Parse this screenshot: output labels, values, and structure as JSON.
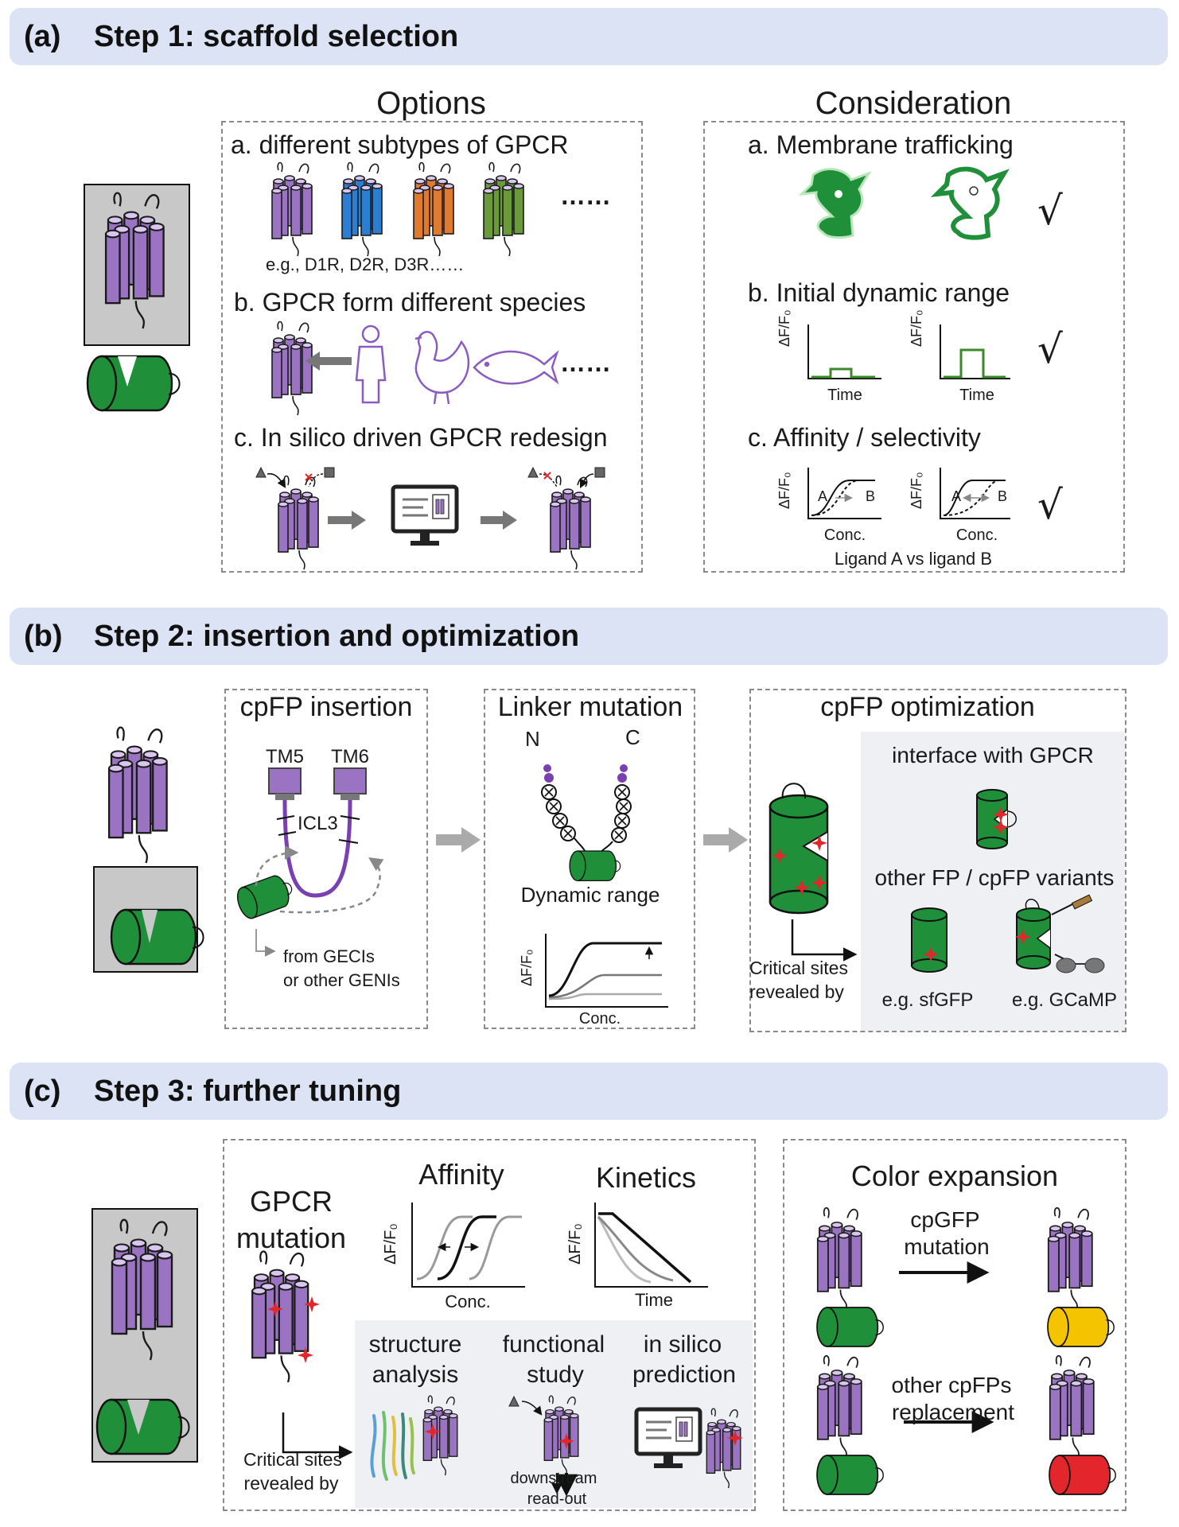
{
  "colors": {
    "banner": "#dbe3f4",
    "gpcr": "#9a74c2",
    "fp": "#1f8f3a",
    "blue": "#2a7fd4",
    "orange": "#e07a2e",
    "green_gpcr": "#6a9a3a",
    "yellow": "#f5c400",
    "red": "#e3262b"
  },
  "sectionA": {
    "tag": "(a)",
    "title": "Step 1: scaffold selection",
    "options_heading": "Options",
    "consideration_heading": "Consideration",
    "opt_a": "a. different subtypes of GPCR",
    "opt_a_example": "e.g., D1R, D2R, D3R……",
    "opt_b": "b. GPCR form different species",
    "opt_c": "c. In silico driven GPCR redesign",
    "ellipsis": "……",
    "con_a": "a. Membrane trafficking",
    "con_b": "b. Initial dynamic range",
    "con_c": "c. Affinity / selectivity",
    "axis_y": "ΔF/F₀",
    "axis_time": "Time",
    "axis_conc": "Conc.",
    "label_A": "A",
    "label_B": "B",
    "ligand_caption": "Ligand A vs ligand B",
    "check": "√"
  },
  "sectionB": {
    "tag": "(b)",
    "title": "Step 2: insertion and optimization",
    "insertion_heading": "cpFP insertion",
    "tm5": "TM5",
    "tm6": "TM6",
    "icl3": "ICL3",
    "from_line1": "from GECIs",
    "from_line2": "or other GENIs",
    "linker_heading": "Linker mutation",
    "n_label": "N",
    "c_label": "C",
    "dynamic_range": "Dynamic range",
    "axis_y": "ΔF/F₀",
    "axis_conc": "Conc.",
    "opt_heading": "cpFP optimization",
    "interface": "interface with GPCR",
    "variants": "other FP / cpFP variants",
    "critical1": "Critical sites",
    "critical2": "revealed by",
    "sfgfp": "e.g. sfGFP",
    "gcamp": "e.g. GCaMP"
  },
  "sectionC": {
    "tag": "(c)",
    "title": "Step 3: further tuning",
    "gpcr_line1": "GPCR",
    "gpcr_line2": "mutation",
    "affinity": "Affinity",
    "kinetics": "Kinetics",
    "axis_y": "ΔF/F₀",
    "axis_conc": "Conc.",
    "axis_time": "Time",
    "critical1": "Critical sites",
    "critical2": "revealed by",
    "structure1": "structure",
    "structure2": "analysis",
    "functional1": "functional",
    "functional2": "study",
    "silico1": "in silico",
    "silico2": "prediction",
    "downstream1": "downstream",
    "downstream2": "read-out",
    "color_heading": "Color expansion",
    "cpgfp1": "cpGFP",
    "cpgfp2": "mutation",
    "other1": "other cpFPs",
    "other2": "replacement"
  }
}
